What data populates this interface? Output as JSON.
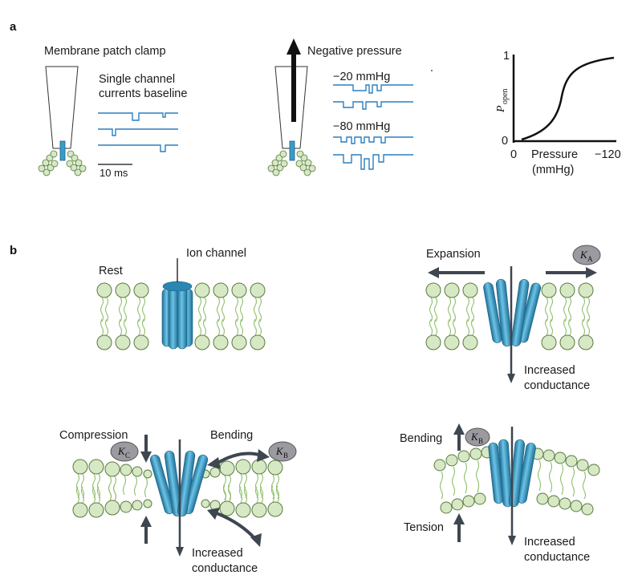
{
  "panel_a": {
    "label": "a",
    "patch_clamp_title": "Membrane patch clamp",
    "baseline_line1": "Single channel",
    "baseline_line2": "currents baseline",
    "scale_bar": "10 ms",
    "negative_pressure": "Negative pressure",
    "pressure_20": "−20 mmHg",
    "pressure_80": "−80 mmHg",
    "graph": {
      "y_label_main": "P",
      "y_label_sub": "open",
      "y_tick_top": "1",
      "y_tick_bottom": "0",
      "x_tick_left": "0",
      "x_tick_right": "−120",
      "x_label_line1": "Pressure",
      "x_label_line2": "(mmHg)"
    }
  },
  "panel_b": {
    "label": "b",
    "rest": "Rest",
    "ion_channel": "Ion channel",
    "expansion": "Expansion",
    "k_a": "K",
    "k_a_sub": "A",
    "increased_1": "Increased",
    "conductance_1": "conductance",
    "compression": "Compression",
    "k_c": "K",
    "k_c_sub": "C",
    "bending_left": "Bending",
    "k_b": "K",
    "k_b_sub": "B",
    "increased_2": "Increased",
    "conductance_2": "conductance",
    "bending_right": "Bending",
    "k_b2": "K",
    "k_b2_sub": "B",
    "tension": "Tension",
    "increased_3": "Increased",
    "conductance_3": "conductance"
  },
  "colors": {
    "channel": "#3a9cc8",
    "trace": "#2a7fbf",
    "lipid_head": "#d6e8c4",
    "arrow": "#3e4650"
  }
}
